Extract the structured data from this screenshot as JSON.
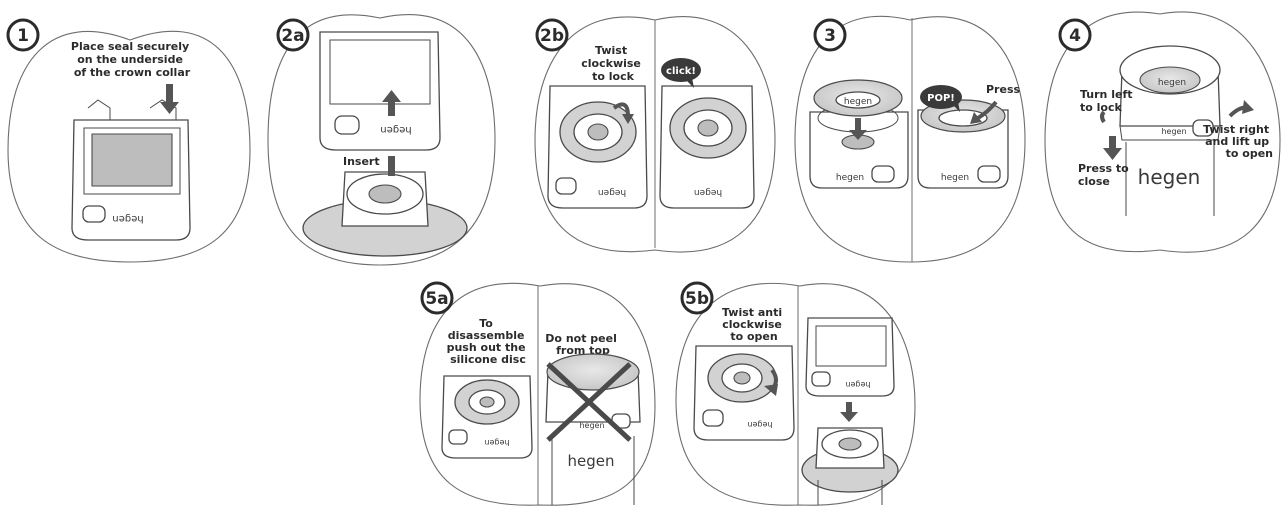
{
  "steps": [
    {
      "badge": "1",
      "label": [
        "Place seal securely",
        "on the underside",
        "of the crown collar"
      ]
    },
    {
      "badge": "2a",
      "label": [
        "Insert"
      ]
    },
    {
      "badge": "2b",
      "label": [
        "Twist",
        "clockwise",
        "to lock"
      ],
      "bubble": "click!"
    },
    {
      "badge": "3",
      "label": [
        "Press"
      ],
      "bubble": "POP!"
    },
    {
      "badge": "4",
      "label_left": [
        "Turn left",
        "to lock"
      ],
      "label_press": [
        "Press to",
        "close"
      ],
      "label_right": [
        "Twist right",
        "and lift up",
        "to open"
      ]
    },
    {
      "badge": "5a",
      "label": [
        "To",
        "disassemble",
        "push out the",
        "silicone disc"
      ],
      "label_right": [
        "Do not peel",
        "from top"
      ]
    },
    {
      "badge": "5b",
      "label": [
        "Twist anti",
        "clockwise",
        "to open"
      ]
    }
  ],
  "brand": "hegen",
  "brand_mirrored": "uəбəɥ",
  "colors": {
    "ink": "#2b2b2b",
    "outline": "#6d6d6d",
    "fill_grey": "#d2d2d2",
    "arrow": "#555555"
  }
}
